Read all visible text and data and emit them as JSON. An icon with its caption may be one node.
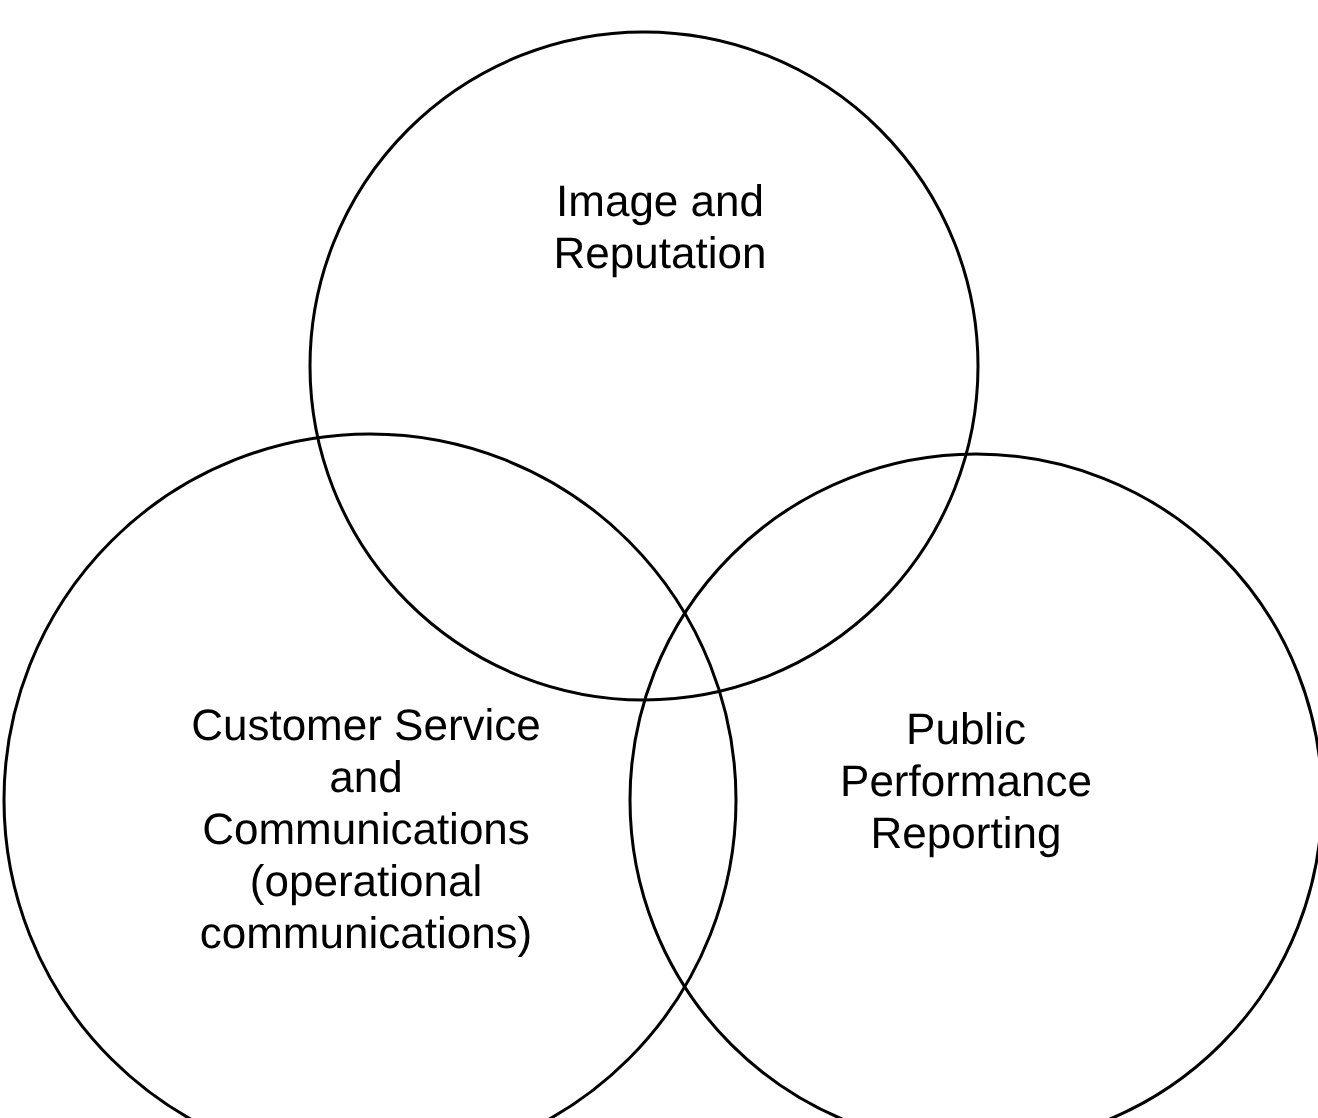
{
  "diagram": {
    "nodes": [
      {
        "text": [
          "Image and Reputation"
        ]
      },
      {
        "text": [
          "Customer Service and Communications (operational communications)"
        ]
      },
      {
        "text": [
          "Public Performance Reporting"
        ]
      }
    ]
  }
}
